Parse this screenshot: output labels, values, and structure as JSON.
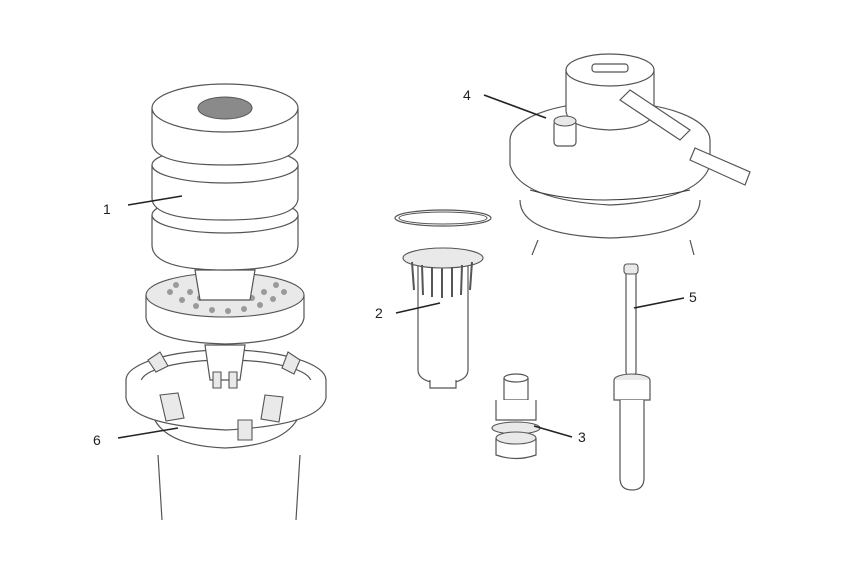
{
  "callouts": [
    {
      "id": "c1",
      "label": "1"
    },
    {
      "id": "c2",
      "label": "2"
    },
    {
      "id": "c3",
      "label": "3"
    },
    {
      "id": "c4",
      "label": "4"
    },
    {
      "id": "c5",
      "label": "5"
    },
    {
      "id": "c6",
      "label": "6"
    }
  ]
}
